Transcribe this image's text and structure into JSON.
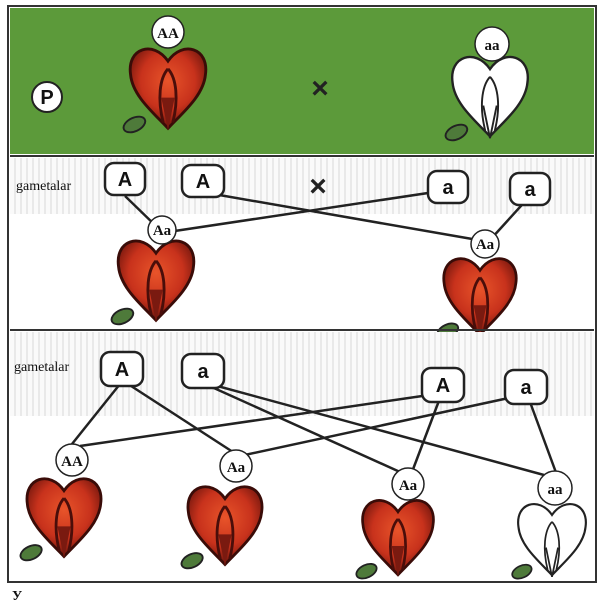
{
  "parents": {
    "label": "P",
    "cross": "×",
    "left_genotype": "AA",
    "right_genotype": "aa"
  },
  "f1": {
    "gametes_label": "gametalar",
    "cross": "×",
    "gametes": [
      "A",
      "A",
      "a",
      "a"
    ],
    "offspring": [
      "Aa",
      "Aa"
    ]
  },
  "f2": {
    "gametes_label": "gametalar",
    "gametes": [
      "A",
      "a",
      "A",
      "a"
    ],
    "offspring": [
      "AA",
      "Aa",
      "Aa",
      "aa"
    ]
  },
  "colors": {
    "green_band": "#5c9a3a",
    "red_flower": "#c8321c",
    "dark_red": "#5a120c",
    "white_flower": "#ffffff"
  },
  "bottom_text": "У"
}
